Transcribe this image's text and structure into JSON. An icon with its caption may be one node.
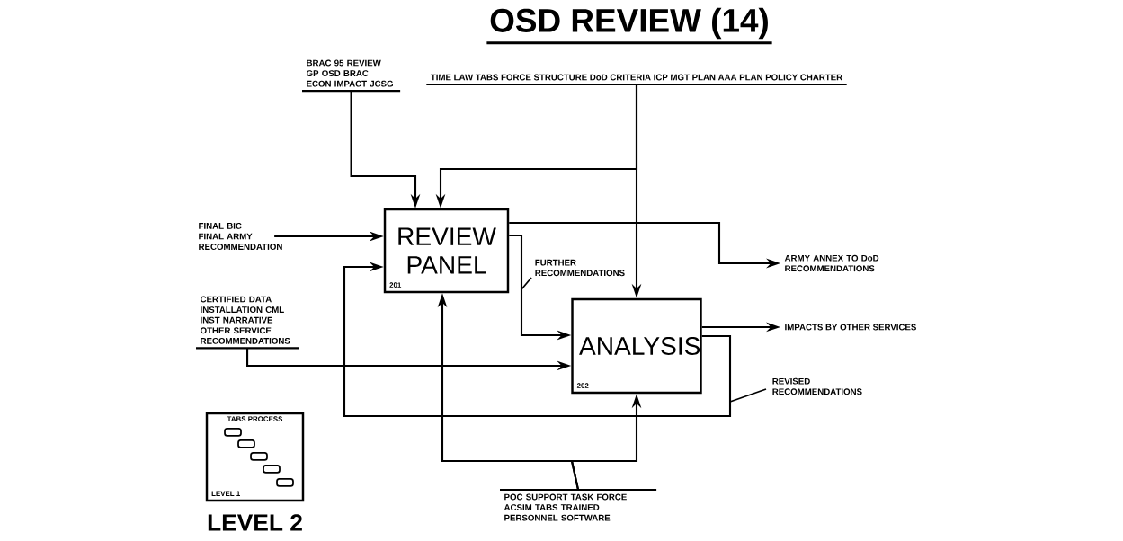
{
  "diagram": {
    "title": "OSD REVIEW (14)",
    "nodes": [
      {
        "text": [
          "BRAC 95 REVIEW GP OSD BRAC ECON IMPACT JCSG"
        ]
      },
      {
        "text": [
          "TIME LAW TABS FORCE STRUCTURE DoD CRITERIA ICP MGT PLAN AAA PLAN POLICY CHARTER"
        ]
      },
      {
        "text": [
          "FINAL BIC FINAL ARMY RECOMMENDATION"
        ]
      },
      {
        "text": [
          "REVIEW PANEL",
          "201"
        ]
      },
      {
        "text": [
          "CERTIFIED DATA INSTALLATION CML INST NARRATIVE OTHER SERVICE RECOMMENDATIONS"
        ]
      },
      {
        "text": [
          "ANALYSIS",
          "202"
        ]
      },
      {
        "text": [
          "ARMY ANNEX TO DoD RECOMMENDATIONS"
        ]
      },
      {
        "text": [
          "IMPACTS BY OTHER SERVICES"
        ]
      },
      {
        "text": [
          "POC SUPPORT TASK FORCE ACSIM TABS TRAINED PERSONNEL SOFTWARE"
        ]
      },
      {
        "text": [
          "TABS PROCESS",
          "LEVEL 1"
        ],
        "beside": [
          "LEVEL 2"
        ]
      }
    ],
    "edges": [
      {
        "from": 0,
        "to": 3,
        "arrow": "to"
      },
      {
        "from": 1,
        "to": 3,
        "arrow": "to"
      },
      {
        "from": 1,
        "to": 5,
        "arrow": "to"
      },
      {
        "from": 2,
        "to": 3,
        "arrow": "to"
      },
      {
        "from": 3,
        "to": 5,
        "arrow": "to",
        "label": "FURTHER RECOMMENDATIONS"
      },
      {
        "from": 3,
        "to": 6,
        "arrow": "to"
      },
      {
        "from": 4,
        "to": 5,
        "arrow": "to"
      },
      {
        "from": 5,
        "to": 7,
        "arrow": "to"
      },
      {
        "from": 5,
        "to": 3,
        "arrow": "to",
        "label": "REVISED RECOMMENDATIONS"
      },
      {
        "from": 8,
        "to": 3,
        "arrow": "to"
      },
      {
        "from": 8,
        "to": 5,
        "arrow": "to"
      }
    ]
  }
}
